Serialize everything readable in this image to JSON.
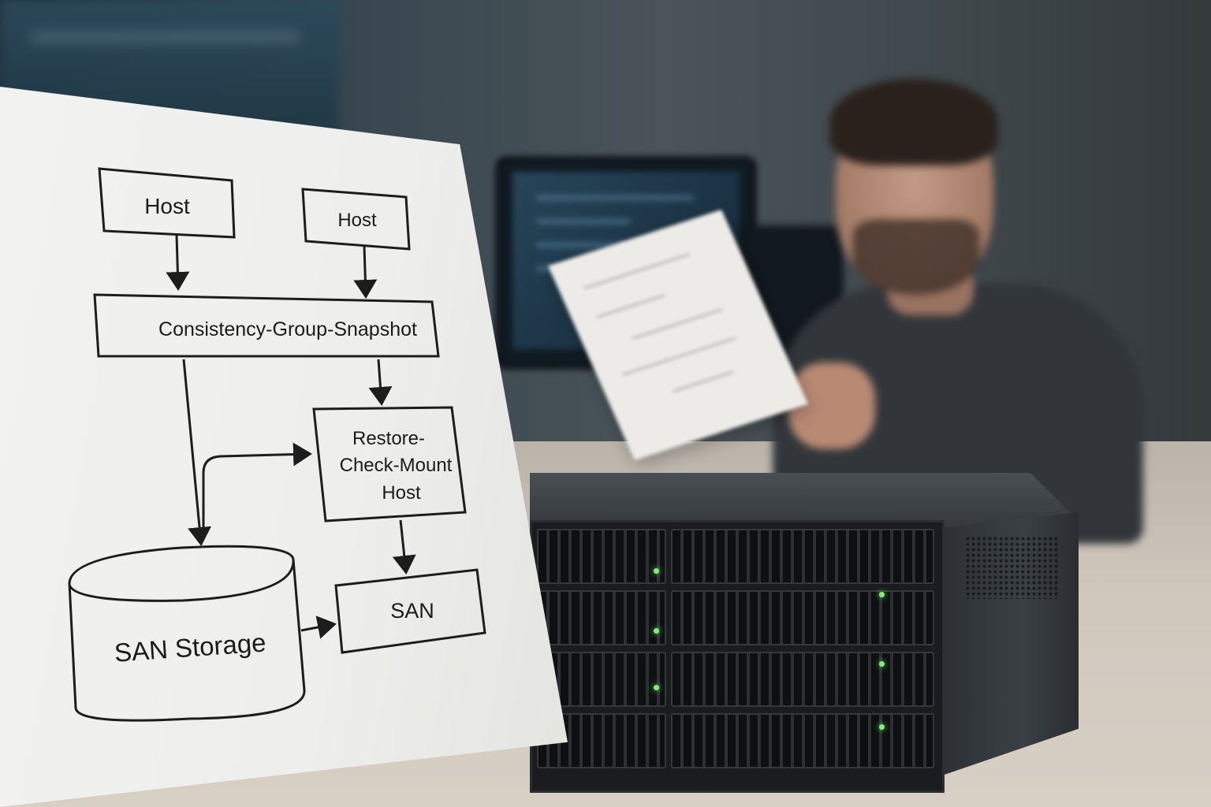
{
  "diagram": {
    "host_left": "Host",
    "host_right": "Host",
    "snapshot": "Consistency-Group-Snapshot",
    "restore_line1": "Restore-",
    "restore_line2": "Check-Mount",
    "restore_line3": "Host",
    "san_storage": "SAN Storage",
    "san": "SAN"
  },
  "scene": {
    "server_led_color": "#7ef07a",
    "paper_color": "#f2f2f0",
    "desk_color": "#cfc7bc"
  }
}
